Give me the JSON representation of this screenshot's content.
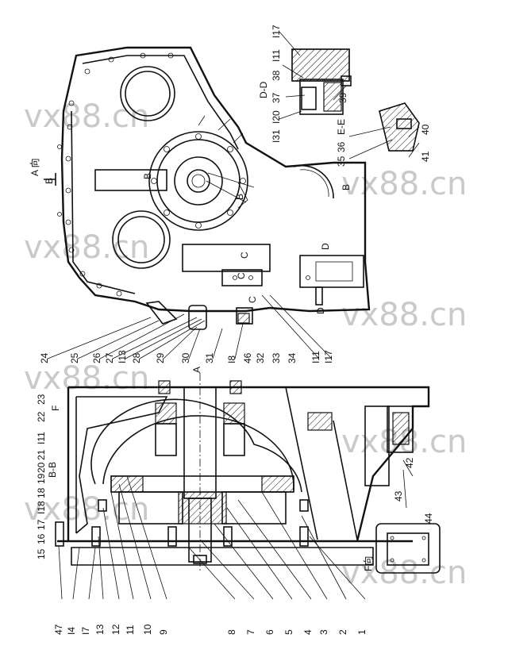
{
  "watermark": "vx88.cn",
  "top_view": {
    "direction_label": "A 向",
    "section_labels": [
      "B",
      "B",
      "B",
      "B",
      "C",
      "C",
      "C",
      "D",
      "D"
    ],
    "callouts": [
      "24",
      "25",
      "26",
      "27",
      "I13",
      "28",
      "29",
      "30",
      "A",
      "31",
      "I8",
      "46",
      "32",
      "33",
      "34",
      "I11",
      "I17"
    ]
  },
  "details": {
    "dd": {
      "title": "D-D",
      "callouts": [
        "I17",
        "I11",
        "38",
        "37",
        "I20",
        "I31",
        "39"
      ]
    },
    "ee": {
      "title": "E-E",
      "callouts": [
        "36",
        "35",
        "40",
        "41"
      ]
    }
  },
  "section_view": {
    "title": "B-B",
    "letter_f": "F",
    "left_callouts": [
      "15",
      "16",
      "17",
      "I18",
      "18",
      "19"
    ],
    "mid_callouts": [
      "23",
      "22",
      "I11",
      "21",
      "20"
    ],
    "bottom_callouts": [
      "47",
      "I4",
      "I7",
      "13",
      "12",
      "11",
      "10",
      "9",
      "8",
      "7",
      "6",
      "5",
      "4",
      "3",
      "2",
      "1"
    ],
    "right_callouts": [
      "42",
      "43",
      "44"
    ]
  },
  "f_view": {
    "title": "F向"
  }
}
